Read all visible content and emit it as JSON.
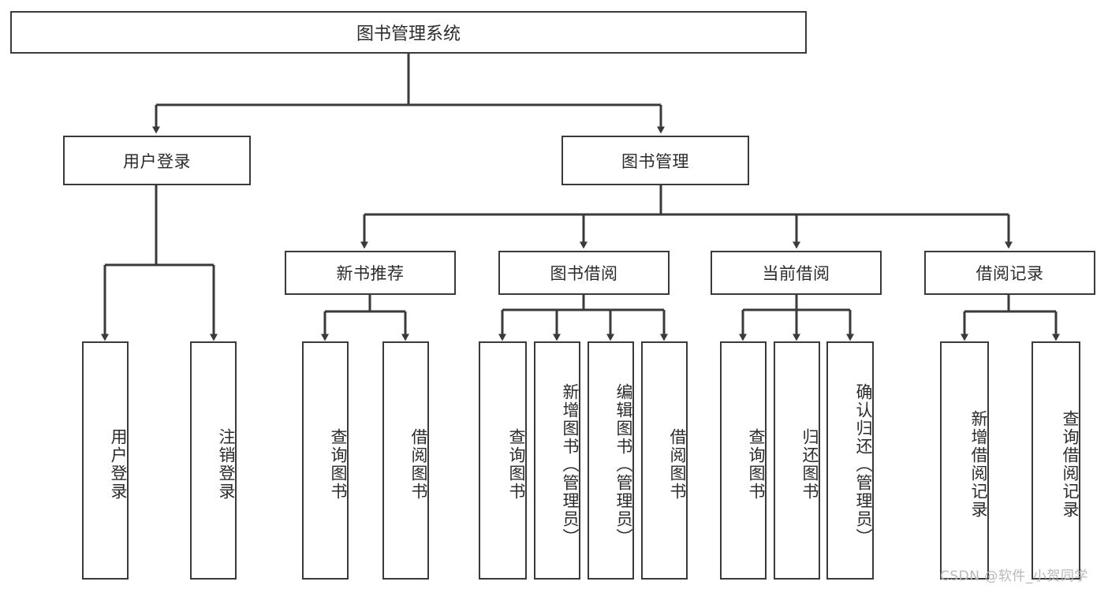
{
  "diagram": {
    "title": "图书管理系统",
    "type": "tree-hierarchy-chart",
    "watermark": "CSDN @软件_小贺同学",
    "colors": {
      "box_border": "#3a3a3a",
      "box_fill": "#ffffff",
      "connector": "#3a3a3a",
      "text": "#2b2b2b",
      "watermark": "#b9b9b9",
      "background": "#ffffff"
    },
    "root": {
      "label": "图书管理系统"
    },
    "level2": [
      {
        "label": "用户登录"
      },
      {
        "label": "图书管理"
      }
    ],
    "level3": [
      {
        "label": "新书推荐"
      },
      {
        "label": "图书借阅"
      },
      {
        "label": "当前借阅"
      },
      {
        "label": "借阅记录"
      }
    ],
    "leaves": {
      "user_login": [
        {
          "label": "用户登录"
        },
        {
          "label": "注销登录"
        }
      ],
      "new_book_recommend": [
        {
          "label": "查询图书"
        },
        {
          "label": "借阅图书"
        }
      ],
      "book_borrow": [
        {
          "label": "查询图书"
        },
        {
          "label": "新增图书（管理员）"
        },
        {
          "label": "编辑图书（管理员）"
        },
        {
          "label": "借阅图书"
        }
      ],
      "current_borrow": [
        {
          "label": "查询图书"
        },
        {
          "label": "归还图书"
        },
        {
          "label": "确认归还（管理员）"
        }
      ],
      "borrow_records": [
        {
          "label": "新增借阅记录"
        },
        {
          "label": "查询借阅记录"
        }
      ]
    }
  }
}
